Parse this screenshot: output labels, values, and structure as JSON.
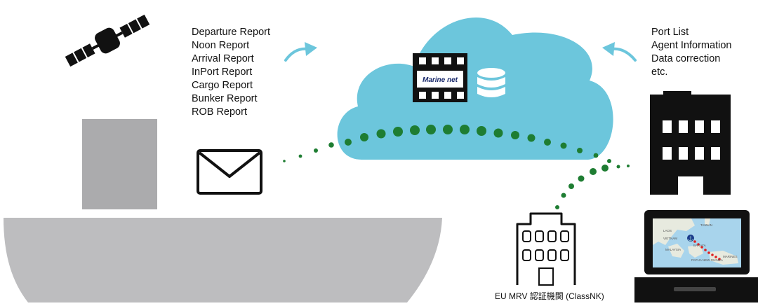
{
  "reports": [
    "Departure Report",
    "Noon Report",
    "Arrival Report",
    "InPort Report",
    "Cargo Report",
    "Bunker Report",
    "ROB Report"
  ],
  "services": [
    "Port List",
    "Agent Information",
    "Data correction",
    "etc."
  ],
  "cloud": {
    "logo_text": "Marine net"
  },
  "eu_verifier": {
    "label": "EU MRV 認証機関 (ClassNK)"
  },
  "map": {
    "labels": [
      "TAIWAN",
      "LAOS",
      "VIETNAM",
      "MALAYSIA",
      "PAPUA NEW GUINEA",
      "BARAYA",
      "MARINES"
    ]
  },
  "colors": {
    "cloud": "#6cc6dc",
    "dots": "#1e7d32",
    "ship": "#bdbdbf",
    "ship_cabin": "#ababad",
    "icon": "#111111",
    "route": "#e02020"
  }
}
